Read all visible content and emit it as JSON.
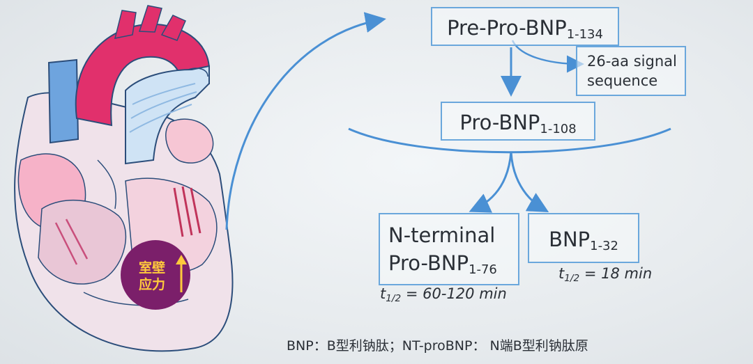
{
  "boxes": {
    "pre_pro_bnp": {
      "text": "Pre-Pro-BNP",
      "subscript": "1-134"
    },
    "signal_sequence": {
      "line1": "26-aa signal",
      "line2": "sequence"
    },
    "pro_bnp": {
      "text": "Pro-BNP",
      "subscript": "1-108"
    },
    "nt_pro_bnp": {
      "line1": "N-terminal",
      "line2_text": "Pro-BNP",
      "line2_subscript": "1-76"
    },
    "bnp": {
      "text": "BNP",
      "subscript": "1-32"
    }
  },
  "half_lives": {
    "nt_pro_bnp": {
      "symbol": "t",
      "subscript": "1/2",
      "value": "= 60-120 min"
    },
    "bnp": {
      "symbol": "t",
      "subscript": "1/2",
      "value": "= 18 min"
    }
  },
  "heart_label": {
    "line1": "室壁",
    "line2": "应力"
  },
  "footnote": "BNP：B型利钠肽；NT-proBNP： N端B型利钠肽原",
  "colors": {
    "arrow_blue": "#4a90d4",
    "box_border": "#6aa7dc",
    "stress_circle": "#7b1f6a",
    "stress_text": "#ffc93c"
  }
}
